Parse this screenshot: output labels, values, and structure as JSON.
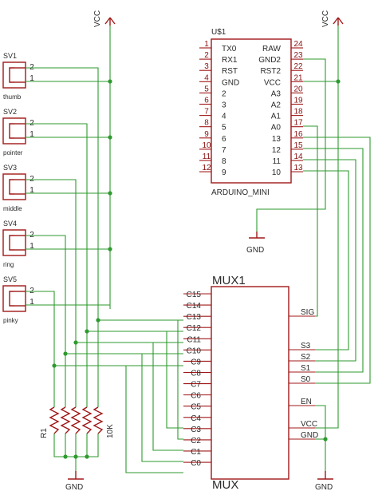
{
  "power": {
    "vcc": "VCC",
    "gnd": "GND"
  },
  "connectors": [
    {
      "ref": "SV1",
      "label": "thumb",
      "pins": [
        "2",
        "1"
      ]
    },
    {
      "ref": "SV2",
      "label": "pointer",
      "pins": [
        "2",
        "1"
      ]
    },
    {
      "ref": "SV3",
      "label": "middle",
      "pins": [
        "2",
        "1"
      ]
    },
    {
      "ref": "SV4",
      "label": "ring",
      "pins": [
        "2",
        "1"
      ]
    },
    {
      "ref": "SV5",
      "label": "pinky",
      "pins": [
        "2",
        "1"
      ]
    }
  ],
  "arduino": {
    "ref": "U$1",
    "name": "ARDUINO_MINI",
    "left_pins": [
      {
        "num": "1",
        "name": "TX0"
      },
      {
        "num": "2",
        "name": "RX1"
      },
      {
        "num": "3",
        "name": "RST"
      },
      {
        "num": "4",
        "name": "GND"
      },
      {
        "num": "5",
        "name": "2"
      },
      {
        "num": "6",
        "name": "3"
      },
      {
        "num": "7",
        "name": "4"
      },
      {
        "num": "8",
        "name": "5"
      },
      {
        "num": "9",
        "name": "6"
      },
      {
        "num": "10",
        "name": "7"
      },
      {
        "num": "11",
        "name": "8"
      },
      {
        "num": "12",
        "name": "9"
      }
    ],
    "right_pins": [
      {
        "num": "24",
        "name": "RAW"
      },
      {
        "num": "23",
        "name": "GND2"
      },
      {
        "num": "22",
        "name": "RST2"
      },
      {
        "num": "21",
        "name": "VCC"
      },
      {
        "num": "20",
        "name": "A3"
      },
      {
        "num": "19",
        "name": "A2"
      },
      {
        "num": "18",
        "name": "A1"
      },
      {
        "num": "17",
        "name": "A0"
      },
      {
        "num": "16",
        "name": "13"
      },
      {
        "num": "15",
        "name": "12"
      },
      {
        "num": "14",
        "name": "11"
      },
      {
        "num": "13",
        "name": "10"
      }
    ]
  },
  "mux": {
    "name": "MUX1",
    "value": "MUX",
    "left_pins": [
      "C15",
      "C14",
      "C13",
      "C12",
      "C11",
      "C10",
      "C9",
      "C8",
      "C7",
      "C6",
      "C5",
      "C4",
      "C3",
      "C2",
      "C1",
      "C0"
    ],
    "right_pins": [
      "SIG",
      "S3",
      "S2",
      "S1",
      "S0",
      "EN",
      "VCC",
      "GND"
    ]
  },
  "resistors": {
    "ref": "R1",
    "value": "10K"
  }
}
